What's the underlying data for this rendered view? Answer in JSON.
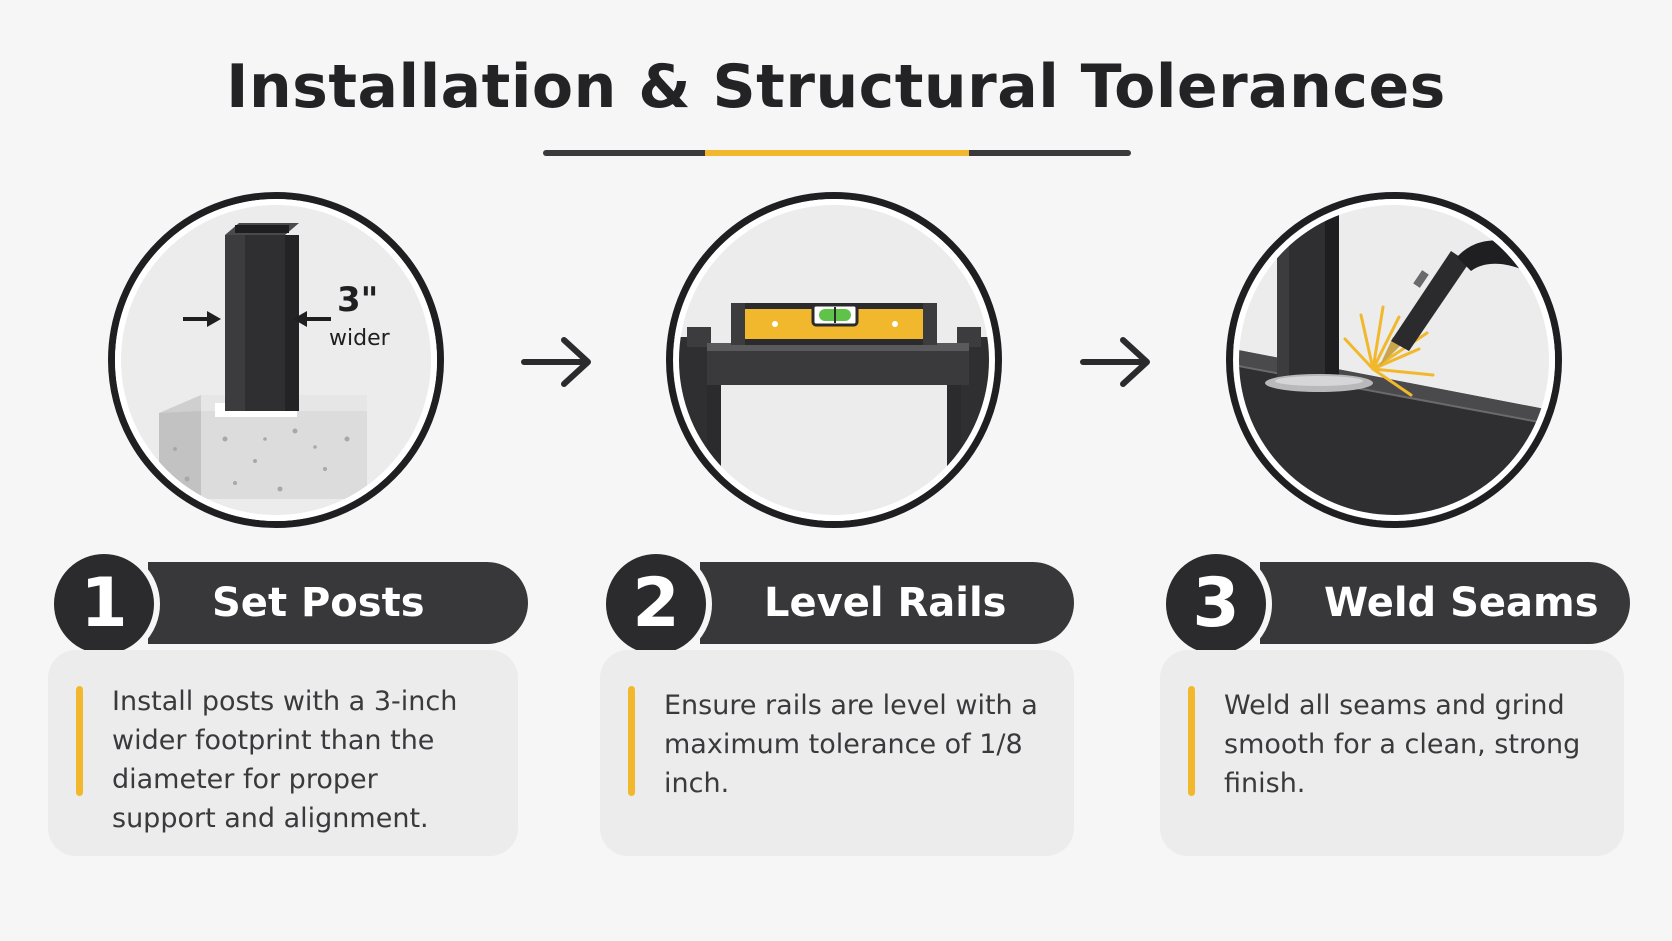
{
  "title": "Installation & Structural Tolerances",
  "colors": {
    "accent": "#f1b82d",
    "dark": "#2b2b2d",
    "card": "#ececed",
    "background": "#f6f6f7"
  },
  "steps": [
    {
      "number": "1",
      "label": "Set Posts",
      "description": "Install posts with a 3-inch wider footprint than the diameter for proper support and alignment.",
      "illustration": {
        "icon": "post-on-concrete-footing-icon",
        "dimension_label": "3\"",
        "dimension_note": "wider"
      }
    },
    {
      "number": "2",
      "label": "Level Rails",
      "description": "Ensure rails are level with a maximum tolerance of 1/8 inch.",
      "illustration": {
        "icon": "spirit-level-on-rail-icon"
      }
    },
    {
      "number": "3",
      "label": "Weld Seams",
      "description": "Weld all seams and grind smooth for a clean, strong finish.",
      "illustration": {
        "icon": "welding-torch-icon"
      }
    }
  ]
}
